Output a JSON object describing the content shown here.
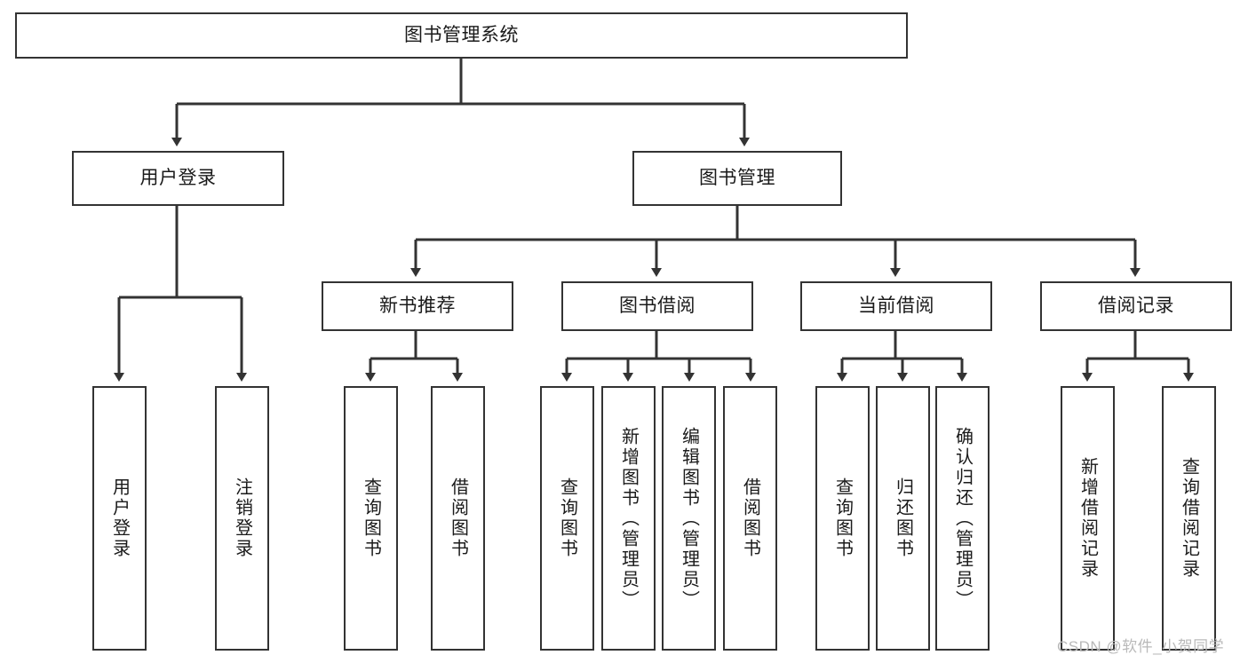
{
  "diagram": {
    "type": "tree-hierarchy",
    "title": "图书管理系统",
    "watermark": "CSDN @软件_小贺同学",
    "colors": {
      "stroke": "#333333",
      "fill": "#ffffff",
      "text": "#1a1a1a",
      "watermark": "#b9b9b9"
    },
    "levels": {
      "root": {
        "label": "图书管理系统"
      },
      "level2": [
        {
          "id": "user-login",
          "label": "用户登录"
        },
        {
          "id": "book-manage",
          "label": "图书管理"
        }
      ],
      "level3": [
        {
          "id": "new-book-recommend",
          "label": "新书推荐"
        },
        {
          "id": "book-borrow",
          "label": "图书借阅"
        },
        {
          "id": "current-borrow",
          "label": "当前借阅"
        },
        {
          "id": "borrow-record",
          "label": "借阅记录"
        }
      ],
      "leaves": {
        "user-login": [
          {
            "id": "leaf-user-login",
            "label": "用户登录"
          },
          {
            "id": "leaf-logout-login",
            "label": "注销登录"
          }
        ],
        "new-book-recommend": [
          {
            "id": "leaf-query-book-1",
            "label": "查询图书"
          },
          {
            "id": "leaf-borrow-book-1",
            "label": "借阅图书"
          }
        ],
        "book-borrow": [
          {
            "id": "leaf-query-book-2",
            "label": "查询图书"
          },
          {
            "id": "leaf-add-book",
            "label": "新增图书（管理员）"
          },
          {
            "id": "leaf-edit-book",
            "label": "编辑图书（管理员）"
          },
          {
            "id": "leaf-borrow-book-2",
            "label": "借阅图书"
          }
        ],
        "current-borrow": [
          {
            "id": "leaf-query-book-3",
            "label": "查询图书"
          },
          {
            "id": "leaf-return-book",
            "label": "归还图书"
          },
          {
            "id": "leaf-confirm-return",
            "label": "确认归还（管理员）"
          }
        ],
        "borrow-record": [
          {
            "id": "leaf-add-record",
            "label": "新增借阅记录"
          },
          {
            "id": "leaf-query-record",
            "label": "查询借阅记录"
          }
        ]
      }
    }
  }
}
